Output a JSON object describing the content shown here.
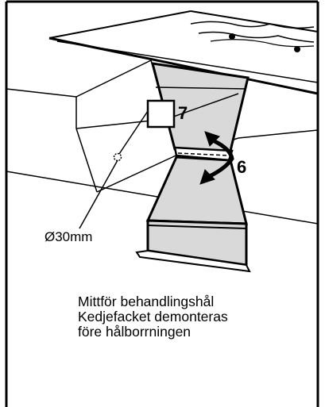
{
  "callouts": {
    "part_7": "7",
    "part_6": "6",
    "hole_dimension": "Ø30mm"
  },
  "caption": {
    "line1": "Mittför behandlingshål",
    "line2": "Kedjefacket demonteras",
    "line3": "före hålborrningen"
  }
}
